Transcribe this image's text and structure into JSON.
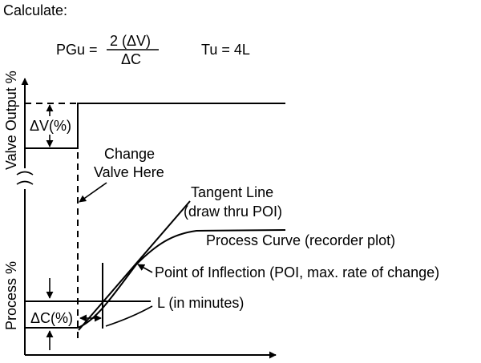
{
  "heading": "Calculate:",
  "formula": {
    "pgu_lhs": "PGu =",
    "numerator": "2 (ΔV)",
    "denominator": "ΔC",
    "tu": "Tu = 4L"
  },
  "axes": {
    "upper_label": "Valve Output %",
    "lower_label": "Process %"
  },
  "labels": {
    "delta_v": "ΔV(%)",
    "delta_c": "ΔC(%)",
    "change_valve_line1": "Change",
    "change_valve_line2": "Valve Here",
    "tangent_line1": "Tangent Line",
    "tangent_line2": "(draw thru POI)",
    "process_curve": "Process Curve (recorder plot)",
    "poi": "Point of Inflection (POI, max. rate of change)",
    "lag": "L (in minutes)"
  }
}
